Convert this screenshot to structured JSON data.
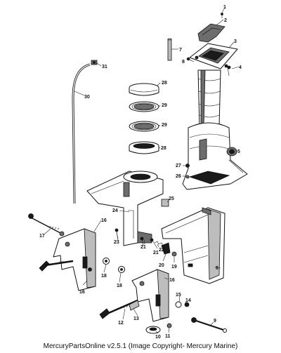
{
  "diagram": {
    "callouts": [
      {
        "id": "1",
        "label": "1"
      },
      {
        "id": "2",
        "label": "2"
      },
      {
        "id": "3",
        "label": "3"
      },
      {
        "id": "4",
        "label": "4"
      },
      {
        "id": "5",
        "label": "5"
      },
      {
        "id": "6",
        "label": "6"
      },
      {
        "id": "7",
        "label": "7"
      },
      {
        "id": "8",
        "label": "8"
      },
      {
        "id": "9",
        "label": "9"
      },
      {
        "id": "10",
        "label": "10"
      },
      {
        "id": "11",
        "label": "11"
      },
      {
        "id": "12",
        "label": "12"
      },
      {
        "id": "13",
        "label": "13"
      },
      {
        "id": "14",
        "label": "14"
      },
      {
        "id": "15",
        "label": "15"
      },
      {
        "id": "16a",
        "label": "16"
      },
      {
        "id": "16b",
        "label": "16"
      },
      {
        "id": "16c",
        "label": "16"
      },
      {
        "id": "17",
        "label": "17"
      },
      {
        "id": "18a",
        "label": "18"
      },
      {
        "id": "18b",
        "label": "18"
      },
      {
        "id": "19",
        "label": "19"
      },
      {
        "id": "20",
        "label": "20"
      },
      {
        "id": "21a",
        "label": "21"
      },
      {
        "id": "21b",
        "label": "21"
      },
      {
        "id": "22",
        "label": "22"
      },
      {
        "id": "23",
        "label": "23"
      },
      {
        "id": "24",
        "label": "24"
      },
      {
        "id": "25",
        "label": "25"
      },
      {
        "id": "26",
        "label": "26"
      },
      {
        "id": "27",
        "label": "27"
      },
      {
        "id": "28a",
        "label": "28"
      },
      {
        "id": "28b",
        "label": "28"
      },
      {
        "id": "29a",
        "label": "29"
      },
      {
        "id": "29b",
        "label": "29"
      },
      {
        "id": "30",
        "label": "30"
      },
      {
        "id": "31",
        "label": "31"
      }
    ]
  },
  "footer": {
    "text": "MercuryPartsOnline v2.5.1 (Image Copyright- Mercury Marine)"
  }
}
